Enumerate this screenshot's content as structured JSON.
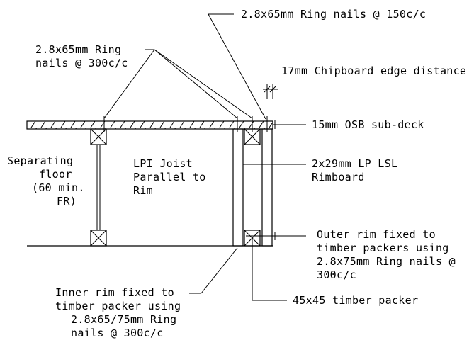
{
  "labels": {
    "ring_nails_150": "2.8x65mm Ring nails @ 150c/c",
    "ring_nails_300_line1": "2.8x65mm Ring",
    "ring_nails_300_line2": "nails @ 300c/c",
    "chipboard_edge": "17mm Chipboard edge distance",
    "osb": "15mm OSB sub-deck",
    "separating_line1": "Separating",
    "separating_line2": "floor",
    "separating_line3": "(60 min.",
    "separating_line4": "FR)",
    "lpi_line1": "LPI Joist",
    "lpi_line2": "Parallel to",
    "lpi_line3": "Rim",
    "rimboard_line1": "2x29mm LP LSL",
    "rimboard_line2": "Rimboard",
    "outer_rim_line1": "Outer rim fixed to",
    "outer_rim_line2": "timber packers using",
    "outer_rim_line3": "2.8x75mm Ring nails @",
    "outer_rim_line4": "300c/c",
    "inner_rim_line1": "Inner rim fixed to",
    "inner_rim_line2": "timber packer using",
    "inner_rim_line3": "2.8x65/75mm Ring",
    "inner_rim_line4": "nails @ 300c/c",
    "packer": "45x45 timber packer"
  }
}
